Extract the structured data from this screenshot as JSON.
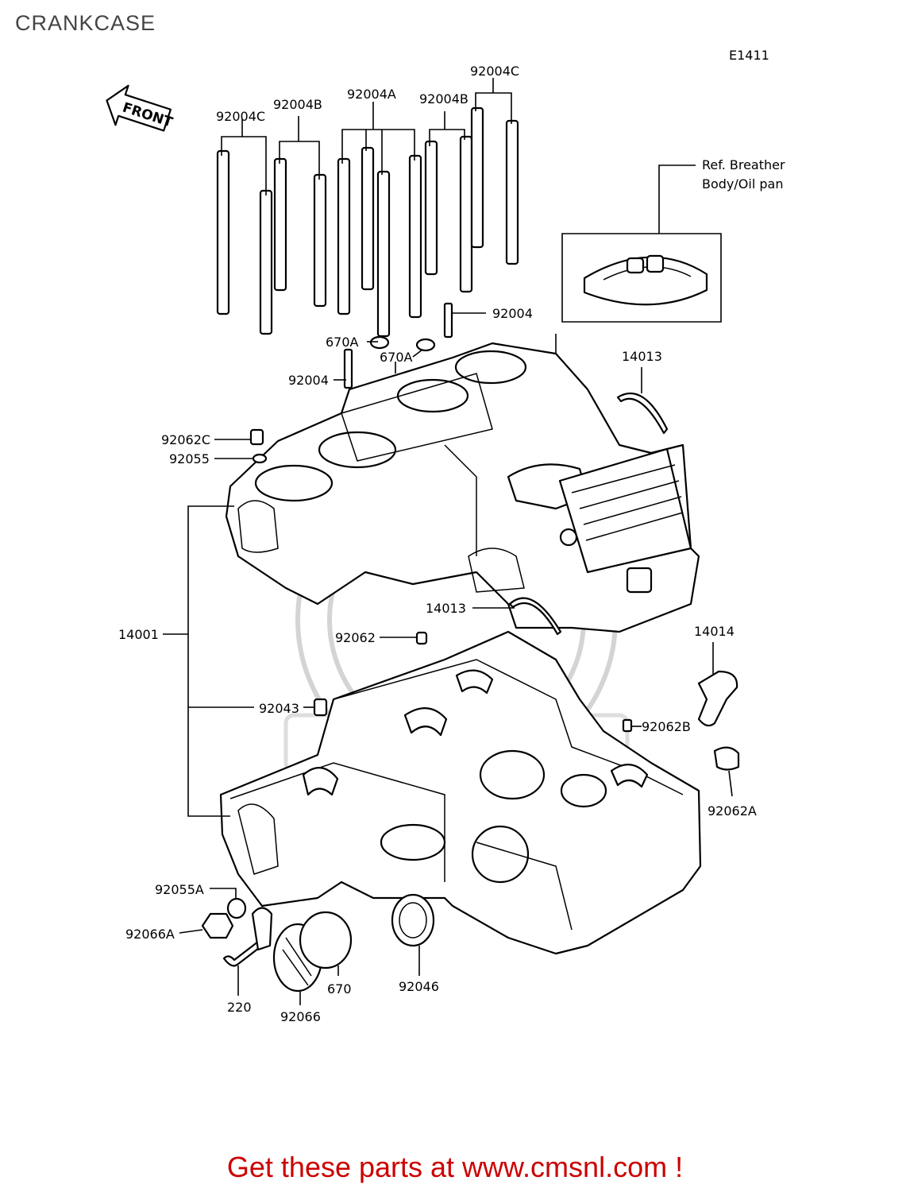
{
  "title": "CRANKCASE",
  "diagram_code": "E1411",
  "front_arrow_label": "FRONT",
  "reference_note": {
    "line1": "Ref. Breather",
    "line2": "Body/Oil pan"
  },
  "callouts": [
    "92004C",
    "92004B",
    "92004A",
    "92004B",
    "92004C",
    "92004",
    "670A",
    "670A",
    "92004",
    "14013",
    "92062C",
    "92055",
    "14001",
    "14013",
    "92062",
    "14014",
    "92043",
    "92062B",
    "92062A",
    "92055A",
    "92066A",
    "220",
    "92066",
    "670",
    "92046"
  ],
  "footer_text": "Get these parts at www.cmsnl.com !",
  "colors": {
    "footer": "#cc0000",
    "title": "#444444",
    "watermark": "#d4d4d4"
  }
}
